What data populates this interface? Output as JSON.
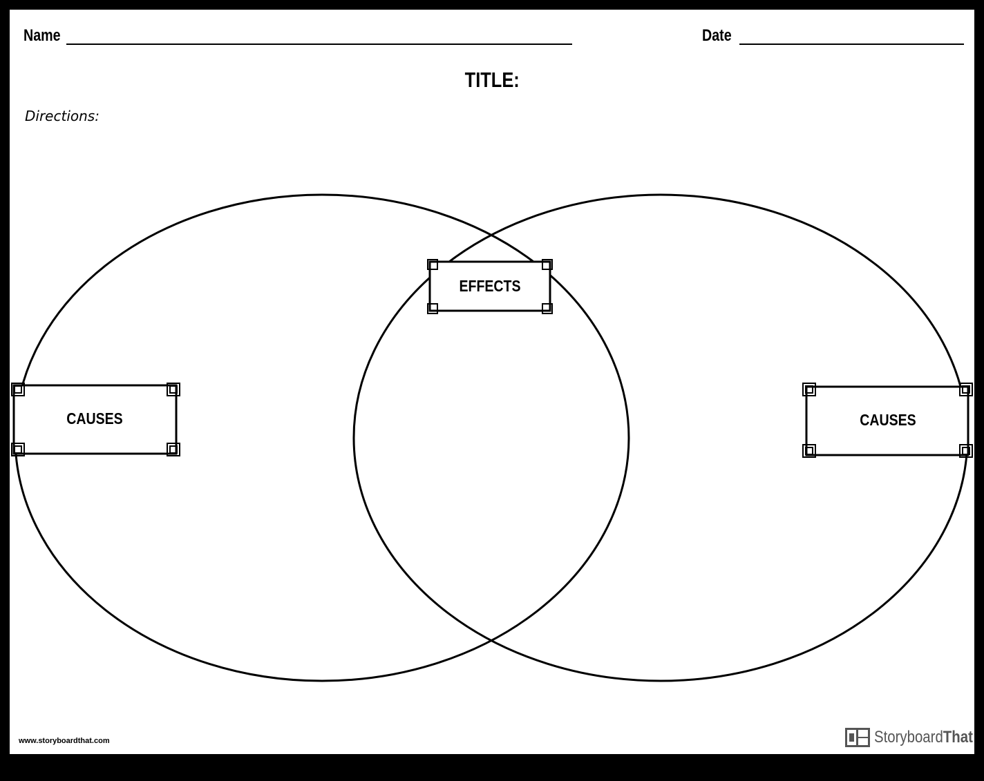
{
  "header": {
    "name_label": "Name",
    "date_label": "Date",
    "title": "TITLE:",
    "directions": "Directions:"
  },
  "diagram": {
    "left_box_label": "CAUSES",
    "center_box_label": "EFFECTS",
    "right_box_label": "CAUSES"
  },
  "footer": {
    "url": "www.storyboardthat.com",
    "brand_part1": "Storyboard",
    "brand_part2": "That"
  },
  "colors": {
    "background_frame": "#000000",
    "page": "#ffffff",
    "stroke": "#000000",
    "logo_text": "#555555"
  }
}
